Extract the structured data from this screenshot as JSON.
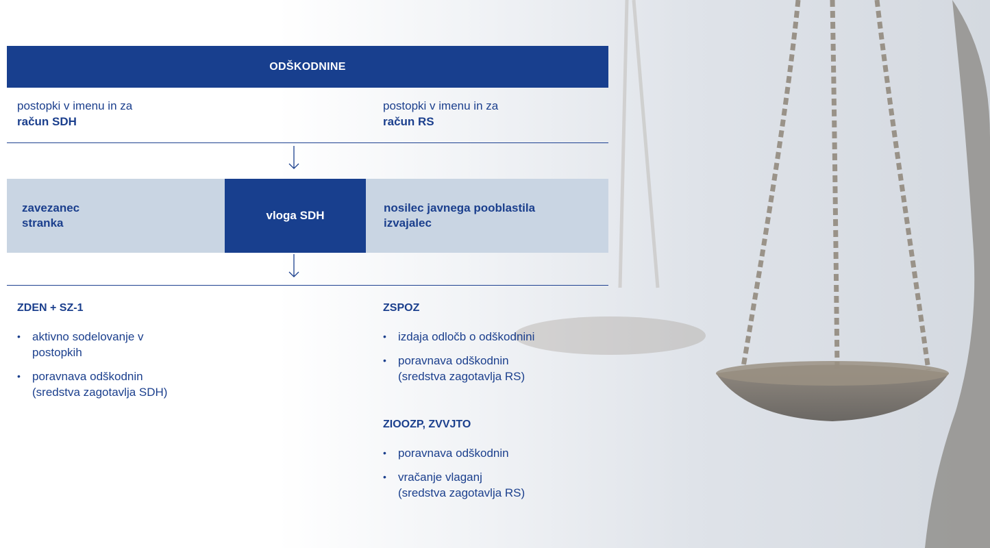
{
  "header": {
    "title": "ODŠKODNINE"
  },
  "columns": {
    "left": {
      "line1": "postopki v imenu in za",
      "line2": "račun SDH"
    },
    "right": {
      "line1": "postopki v imenu in za",
      "line2": "račun RS"
    }
  },
  "roles": {
    "left": {
      "line1": "zavezanec",
      "line2": "stranka"
    },
    "center": "vloga SDH",
    "right": {
      "line1": "nosilec javnega pooblastila",
      "line2": "izvajalec"
    }
  },
  "sections": {
    "left": {
      "title": "ZDEN + SZ-1",
      "items": [
        {
          "line1": "aktivno sodelovanje v",
          "line2": "postopkih"
        },
        {
          "line1": "poravnava odškodnin",
          "line2": "(sredstva zagotavlja SDH)"
        }
      ]
    },
    "right_a": {
      "title": "ZSPOZ",
      "items": [
        {
          "line1": "izdaja odločb o odškodnini",
          "line2": ""
        },
        {
          "line1": "poravnava odškodnin",
          "line2": "(sredstva zagotavlja RS)"
        }
      ]
    },
    "right_b": {
      "title": "ZIOOZP, ZVVJTO",
      "items": [
        {
          "line1": "poravnava odškodnin",
          "line2": ""
        },
        {
          "line1": "vračanje vlaganj",
          "line2": "(sredstva zagotavlja RS)"
        }
      ]
    }
  },
  "colors": {
    "primary": "#183f8e",
    "role_box": "#c9d5e3",
    "text": "#1b3f8d"
  },
  "icons": {
    "arrow": "arrow-down-icon",
    "bullet": "bullet-dot-icon"
  }
}
